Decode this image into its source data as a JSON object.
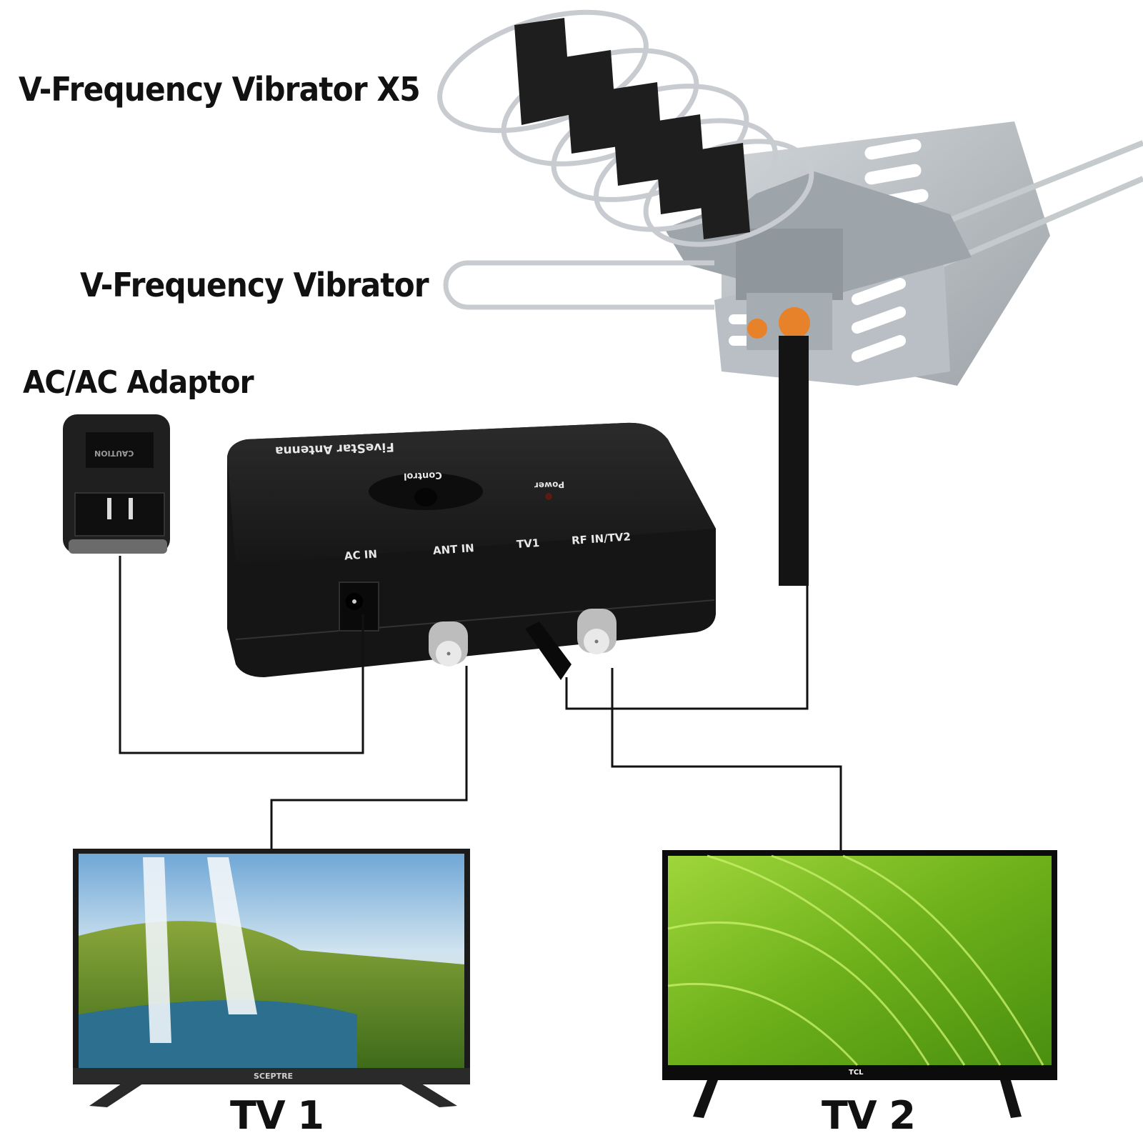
{
  "labels": {
    "vibrator_x5": "V-Frequency Vibrator X5",
    "vibrator": "V-Frequency Vibrator",
    "adaptor": "AC/AC Adaptor",
    "tv1": "TV 1",
    "tv2": "TV 2"
  },
  "control_box": {
    "brand": "FiveStar Antenna",
    "control_label": "Control",
    "power_label": "Power",
    "ports": [
      "AC IN",
      "ANT IN",
      "TV1",
      "RF IN/TV2"
    ]
  },
  "adaptor": {
    "warning": "CAUTION"
  },
  "tv1": {
    "brand": "SCEPTRE"
  },
  "tv2": {
    "brand": "TCL"
  },
  "colors": {
    "line": "#111111",
    "box": "#1c1c1c",
    "antenna_gray": "#a9b0b6",
    "knob_orange": "#e8822a",
    "leaf_green": "#7dc21e"
  }
}
